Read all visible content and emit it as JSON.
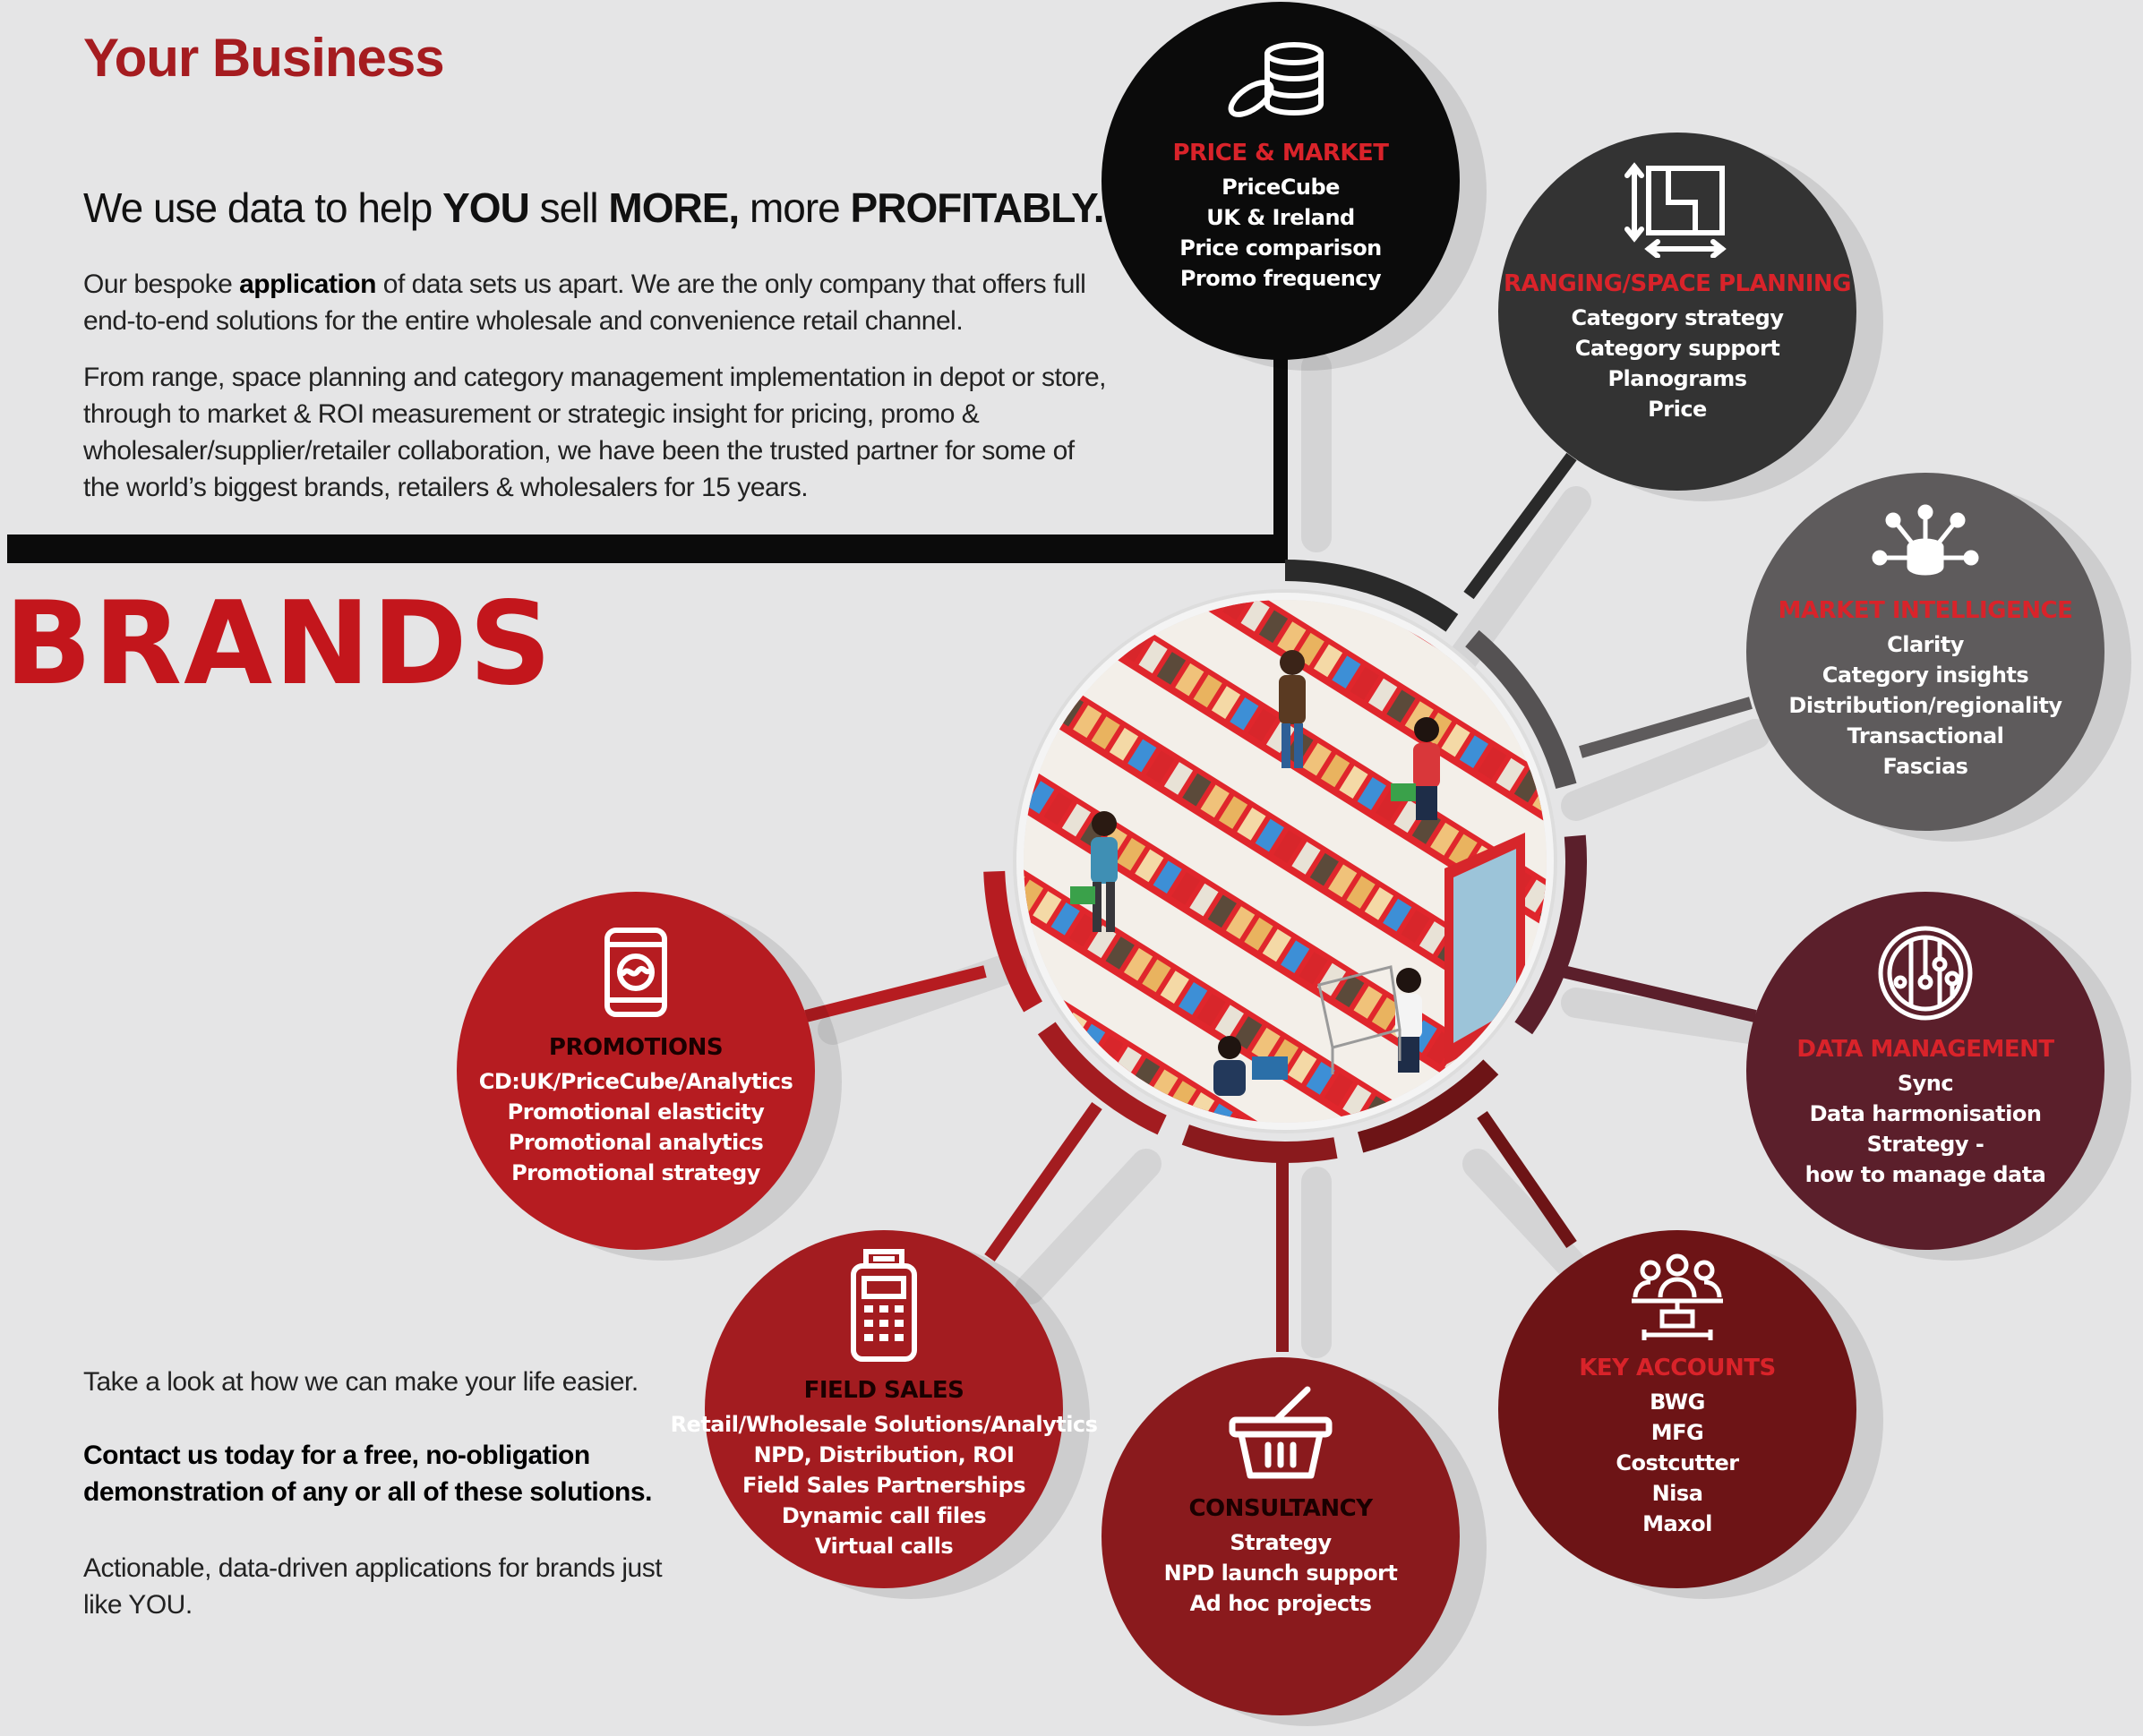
{
  "header": {
    "title": "Your Business",
    "tagline_parts": [
      {
        "text": "We use data to help ",
        "bold": false
      },
      {
        "text": "YOU",
        "bold": true
      },
      {
        "text": " sell ",
        "bold": false
      },
      {
        "text": "MORE,",
        "bold": true
      },
      {
        "text": " more ",
        "bold": false
      },
      {
        "text": "PROFITABLY.",
        "bold": true
      }
    ],
    "paragraph1_parts": [
      {
        "text": "Our bespoke ",
        "bold": false
      },
      {
        "text": "application",
        "bold": true
      },
      {
        "text": " of data sets us apart. We are the only company that offers full end-to-end solutions for the entire wholesale and convenience retail channel.",
        "bold": false
      }
    ],
    "paragraph2": "From range, space planning and category management implementation in depot or store, through to market & ROI measurement or strategic insight for pricing, promo & wholesaler/supplier/retailer collaboration, we have been the trusted partner for some of the world’s biggest brands, retailers & wholesalers for 15 years."
  },
  "section_label": "BRANDS",
  "footer": {
    "intro": "Take a look at how we can make your life easier.",
    "cta": "Contact us today for a free, no-obligation demonstration of any or all of these solutions.",
    "closing": "Actionable, data-driven applications for brands just like YOU."
  },
  "colors": {
    "accent_red": "#c3161c",
    "title_red": "#a51c20",
    "background": "#e5e5e6"
  },
  "services": [
    {
      "key": "price-market",
      "title": "PRICE & MARKET",
      "icon": "coins-stack-icon",
      "bg": "#0b0b0b",
      "title_color": "#d9232a",
      "items": [
        "PriceCube",
        "UK & Ireland",
        "Price comparison",
        "Promo frequency"
      ]
    },
    {
      "key": "ranging-space-planning",
      "title": "RANGING/SPACE PLANNING",
      "icon": "floor-plan-icon",
      "bg": "#333333",
      "title_color": "#d9232a",
      "items": [
        "Category strategy",
        "Category support",
        "Planograms",
        "Price"
      ]
    },
    {
      "key": "market-intelligence",
      "title": "MARKET INTELLIGENCE",
      "icon": "database-network-icon",
      "bg": "#5e5b5c",
      "title_color": "#d9232a",
      "items": [
        "Clarity",
        "Category insights",
        "Distribution/regionality",
        "Transactional",
        "Fascias"
      ]
    },
    {
      "key": "data-management",
      "title": "DATA MANAGEMENT",
      "icon": "circuit-icon",
      "bg": "#5b1f2b",
      "title_color": "#d9232a",
      "items": [
        "Sync",
        "Data harmonisation",
        "Strategy -",
        "how to manage data"
      ]
    },
    {
      "key": "key-accounts",
      "title": "KEY ACCOUNTS",
      "icon": "org-chart-icon",
      "bg": "#6d1416",
      "title_color": "#d9232a",
      "items": [
        "BWG",
        "MFG",
        "Costcutter",
        "Nisa",
        "Maxol"
      ]
    },
    {
      "key": "consultancy",
      "title": "CONSULTANCY",
      "icon": "basket-icon",
      "bg": "#8a1a1d",
      "title_color": "#1a0000",
      "items": [
        "Strategy",
        "NPD launch support",
        "Ad hoc projects"
      ]
    },
    {
      "key": "field-sales",
      "title": "FIELD SALES",
      "icon": "card-terminal-icon",
      "bg": "#a31c20",
      "title_color": "#1a0000",
      "items": [
        "Retail/Wholesale Solutions/Analytics",
        "NPD, Distribution, ROI",
        "Field Sales Partnerships",
        "Dynamic call files",
        "Virtual calls"
      ]
    },
    {
      "key": "promotions",
      "title": "PROMOTIONS",
      "icon": "drink-can-icon",
      "bg": "#b61c21",
      "title_color": "#1a0000",
      "items": [
        "CD:UK/PriceCube/Analytics",
        "Promotional elasticity",
        "Promotional analytics",
        "Promotional strategy"
      ]
    }
  ]
}
